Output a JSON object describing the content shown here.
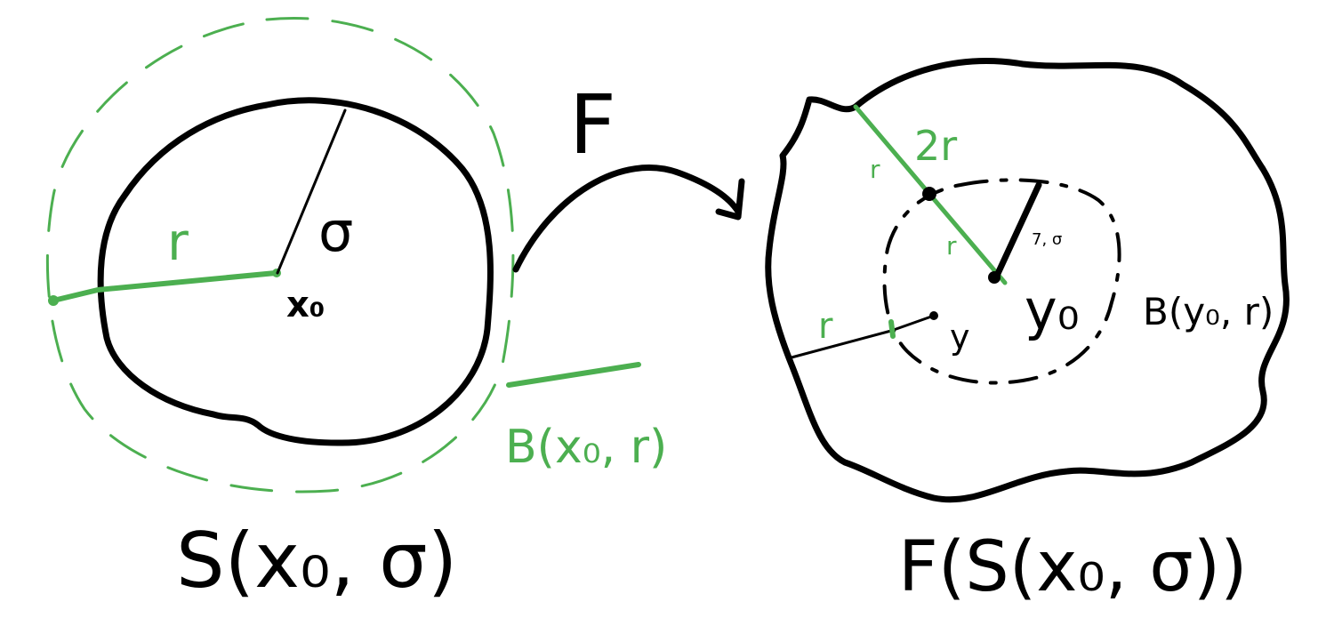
{
  "colors": {
    "ink": "#000000",
    "accent": "#4caf50",
    "background": "#ffffff"
  },
  "left": {
    "radius_label": "r",
    "sigma_label": "σ",
    "center_label": "x₀",
    "ball_label": "B(x₀, r)",
    "set_label": "S(x₀, σ)"
  },
  "arrow": {
    "label": "F"
  },
  "right": {
    "radius_label_2r": "2r",
    "r_small_1": "r",
    "r_small_2": "r",
    "r_left": "r",
    "sigma_annot": "7, σ",
    "center_label": "y₀",
    "point_label": "y",
    "ball_label": "B(y₀, r)",
    "image_label": "F(S(x₀, σ))"
  }
}
